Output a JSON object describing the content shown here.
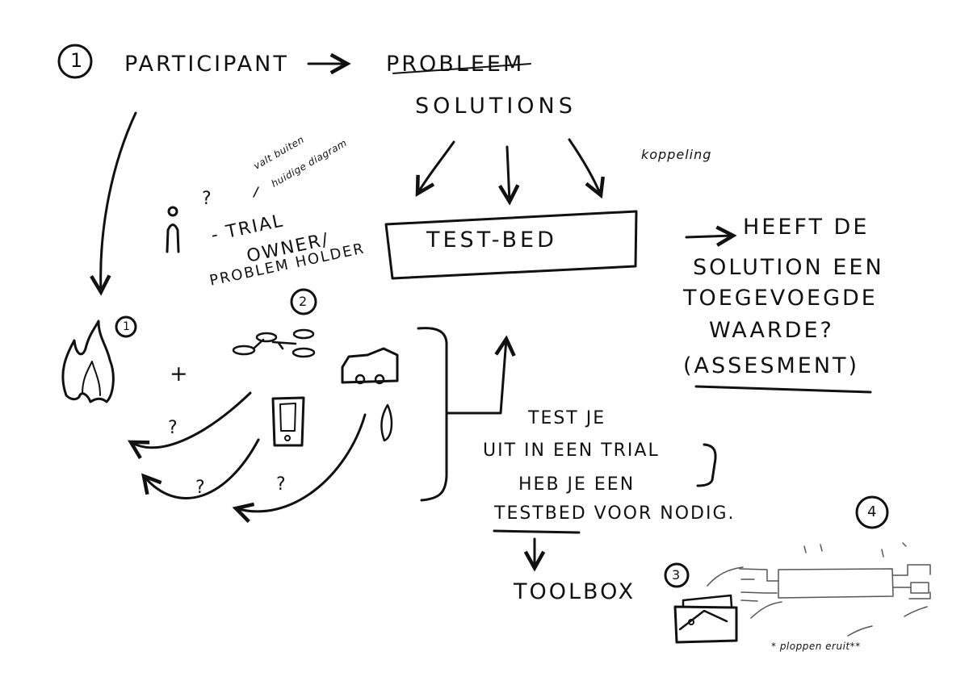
{
  "header": {
    "step_one": "1",
    "participant": "PARTICIPANT",
    "probleem": "PROBLEEM",
    "solutions": "SOLUTIONS"
  },
  "notes": {
    "koppeling": "koppeling",
    "valt_buiten_line1": "valt buiten",
    "valt_buiten_line2": "huidige diagram",
    "question_mark": "?"
  },
  "trial_owner": {
    "line1": "- TRIAL",
    "line2": "OWNER/",
    "line3": "PROBLEM HOLDER"
  },
  "test_bed": {
    "label": "TEST-BED"
  },
  "assessment": {
    "line1": "HEEFT DE",
    "line2": "SOLUTION EEN",
    "line3": "TOEGEVOEGDE",
    "line4": "WAARDE?",
    "line5": "(ASSESMENT)"
  },
  "markers": {
    "one": "1",
    "two": "2",
    "three": "3",
    "four": "4"
  },
  "symbols": {
    "plus": "+",
    "q1": "?",
    "q2": "?",
    "q3": "?"
  },
  "test_note": {
    "line1": "TEST JE",
    "line2": "UIT IN EEN TRIAL",
    "line3": "HEB JE EEN",
    "line4": "TESTBED VOOR NODIG."
  },
  "toolbox": {
    "label": "TOOLBOX"
  },
  "footnote": {
    "label": "* ploppen eruit**"
  },
  "colors": {
    "ink": "#111111",
    "paper": "#ffffff"
  }
}
